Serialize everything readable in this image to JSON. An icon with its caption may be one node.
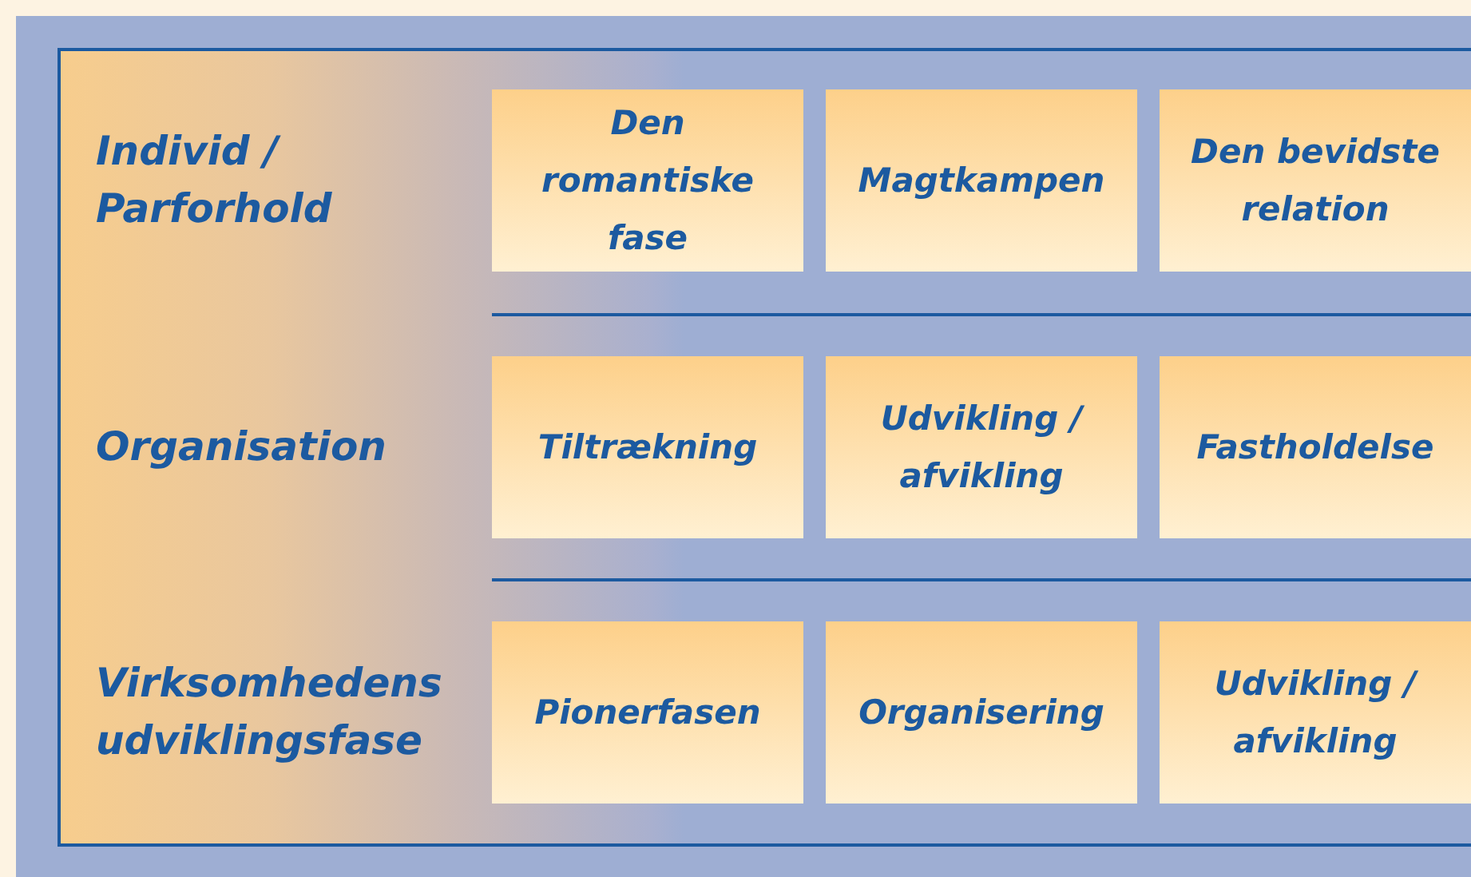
{
  "diagram": {
    "nodes": [
      {
        "text": [
          "Individ / Parforhold"
        ]
      },
      {
        "text": [
          "Den romantiske fase"
        ]
      },
      {
        "text": [
          "Magtkampen"
        ]
      },
      {
        "text": [
          "Den bevidste relation"
        ]
      },
      {
        "text": [
          "Organisation"
        ]
      },
      {
        "text": [
          "Tiltrækning"
        ]
      },
      {
        "text": [
          "Udvikling / afvikling"
        ]
      },
      {
        "text": [
          "Fastholdelse"
        ]
      },
      {
        "text": [
          "Virksomhedens udviklingsfase"
        ]
      },
      {
        "text": [
          "Pionerfasen"
        ]
      },
      {
        "text": [
          "Organisering"
        ]
      },
      {
        "text": [
          "Udvikling / afvikling"
        ]
      }
    ]
  }
}
